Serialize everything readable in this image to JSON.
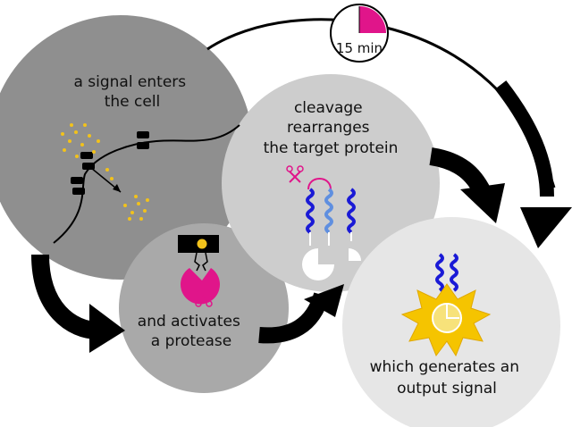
{
  "colors": {
    "circle_dark": "#8f8f8f",
    "circle_mid": "#a9a9a9",
    "circle_light": "#cdcdcd",
    "circle_lightest": "#e6e6e6",
    "signal_dots": "#f2c21b",
    "protease_magenta": "#e0158a",
    "helix_dark_blue": "#1a1ad6",
    "helix_light_blue": "#5f8fe0",
    "output_yellow": "#f5c400",
    "timer_magenta": "#e0158a",
    "arrow": "#000000"
  },
  "steps": [
    {
      "id": "signal",
      "lines": [
        "a signal enters",
        "the cell"
      ]
    },
    {
      "id": "protease",
      "lines": [
        "and activates",
        "a protease"
      ]
    },
    {
      "id": "cleavage",
      "lines": [
        "cleavage",
        "rearranges",
        "the target protein"
      ]
    },
    {
      "id": "output",
      "lines": [
        "which generates an",
        "output signal"
      ]
    }
  ],
  "timer": {
    "label": "15 min",
    "fraction_elapsed": 0.25
  },
  "icons": {
    "receptor": "receptor-icon",
    "scissors": "scissors-icon",
    "protease": "protease-icon",
    "helix": "helix-icon",
    "output": "output-burst-icon",
    "timer": "timer-icon"
  }
}
